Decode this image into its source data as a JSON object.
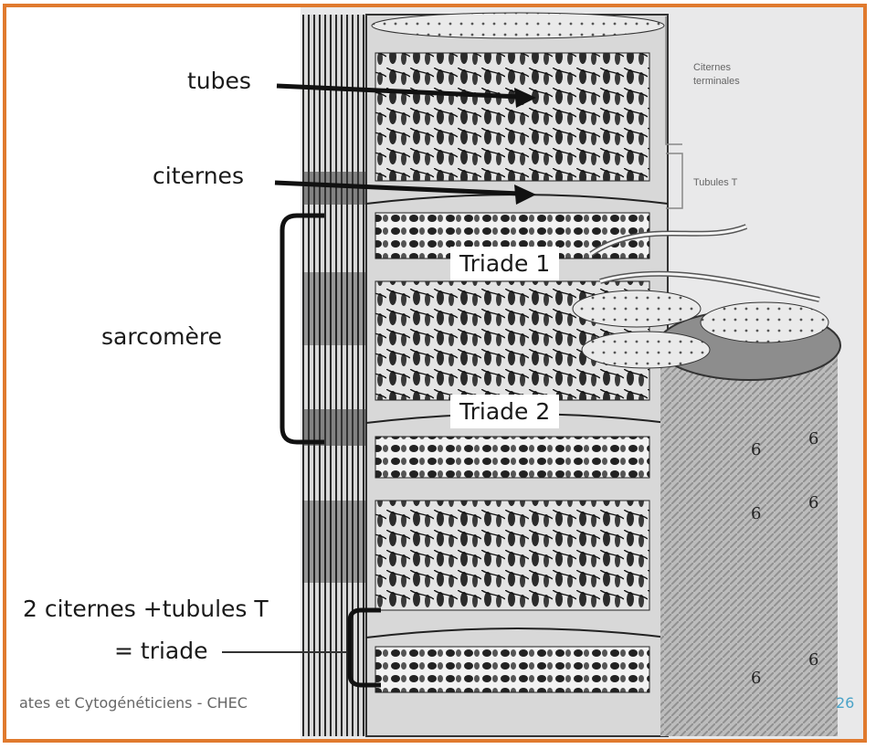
{
  "labels": {
    "tubes": "tubes",
    "citernes": "citernes",
    "sarcomere": "sarcomère",
    "triade1": "Triade 1",
    "triade2": "Triade 2",
    "triade_def_line1": "2 citernes +tubules T",
    "triade_def_line2": "= triade"
  },
  "book_labels": {
    "citernes_terminales_line1": "Citernes",
    "citernes_terminales_line2": "terminales",
    "tubules_t": "Tubules T"
  },
  "footer": {
    "text": "ates et Cytogénéticiens - CHEC",
    "page_number": "26"
  },
  "colors": {
    "frame_border": "#e07a2e",
    "page_number": "#4aa3c8"
  }
}
